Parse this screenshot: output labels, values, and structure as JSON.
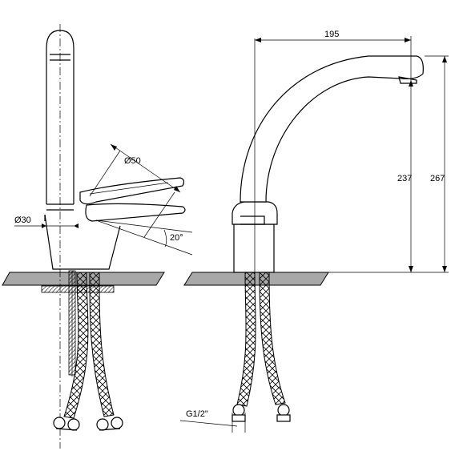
{
  "dimensions": {
    "width_label": "195",
    "spout_height_label": "237",
    "total_height_label": "267",
    "lever_diameter_label": "Ø50",
    "body_diameter_label": "Ø30",
    "lever_angle_label": "20°",
    "thread_label": "G1/2\""
  }
}
